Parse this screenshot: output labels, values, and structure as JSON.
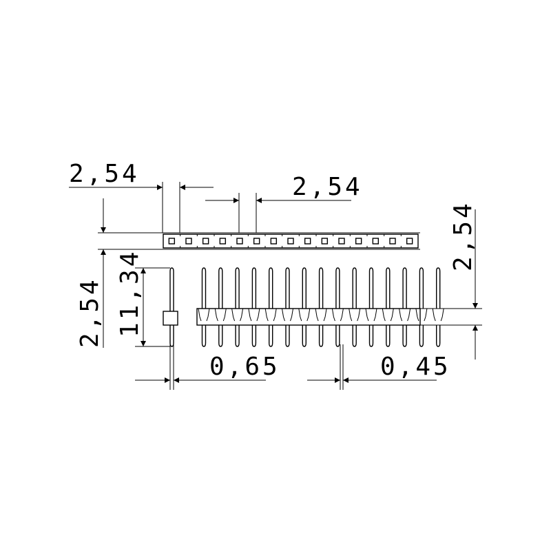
{
  "drawing": {
    "dimensions": {
      "pitch_top_left": "2,54",
      "pitch_top_right": "2,54",
      "body_height_left": "2,54",
      "pin_length": "11,34",
      "body_height_right": "2,54",
      "pin_width_065": "0,65",
      "pin_width_045": "0,45"
    },
    "pin_count": 15,
    "colors": {
      "stroke": "#000000",
      "background": "#ffffff"
    }
  }
}
